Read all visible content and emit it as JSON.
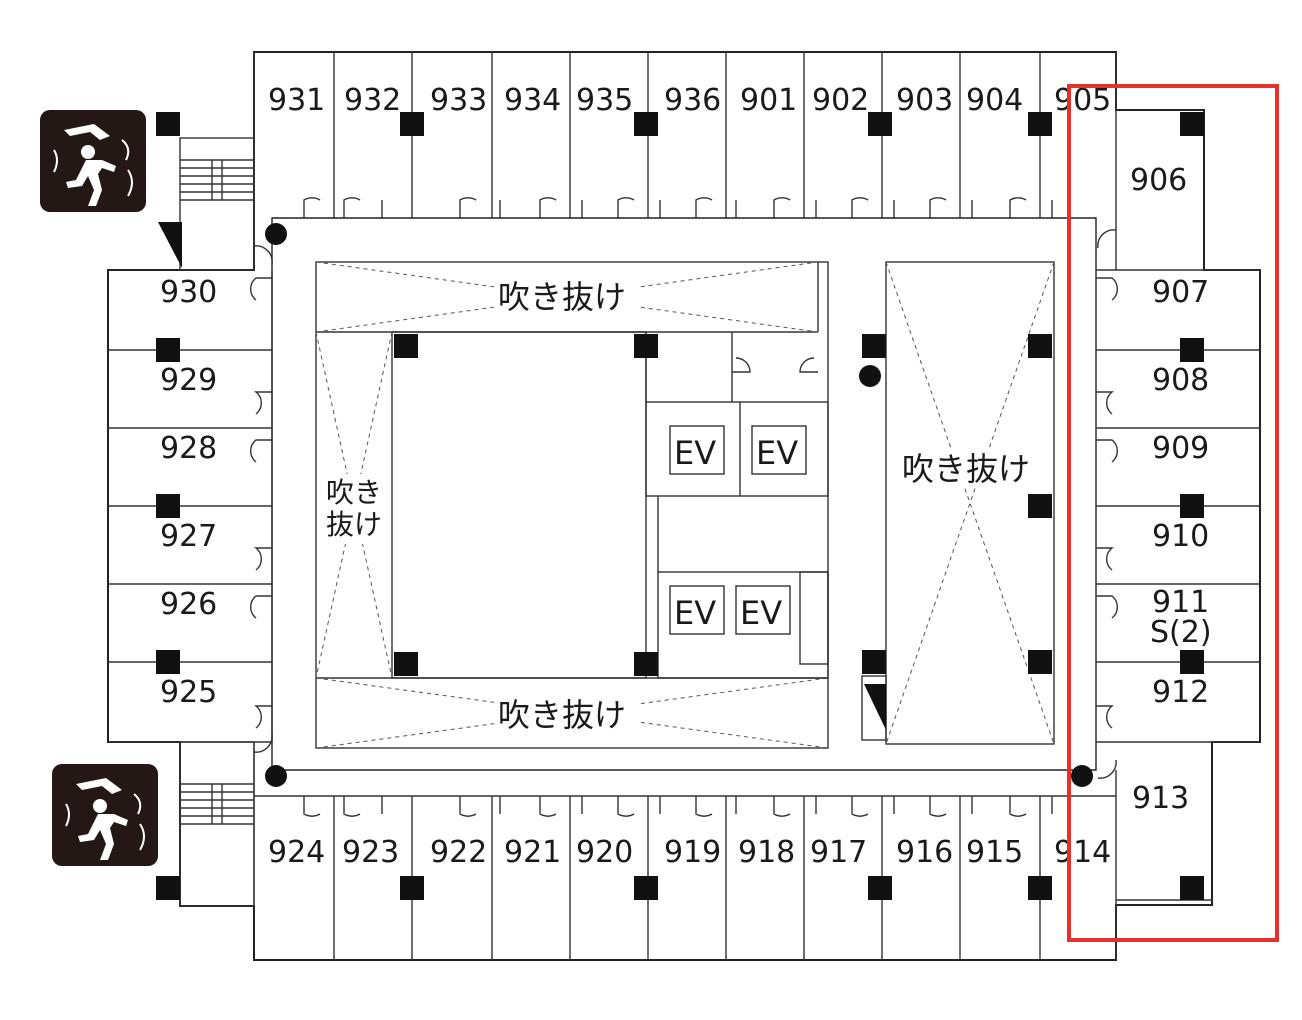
{
  "rooms": {
    "r931": "931",
    "r932": "932",
    "r933": "933",
    "r934": "934",
    "r935": "935",
    "r936": "936",
    "r901": "901",
    "r902": "902",
    "r903": "903",
    "r904": "904",
    "r905": "905",
    "r906": "906",
    "r907": "907",
    "r908": "908",
    "r909": "909",
    "r910": "910",
    "r911": "911",
    "r911sub": "S(2)",
    "r912": "912",
    "r913": "913",
    "r914": "914",
    "r915": "915",
    "r916": "916",
    "r917": "917",
    "r918": "918",
    "r919": "919",
    "r920": "920",
    "r921": "921",
    "r922": "922",
    "r923": "923",
    "r924": "924",
    "r925": "925",
    "r926": "926",
    "r927": "927",
    "r928": "928",
    "r929": "929",
    "r930": "930"
  },
  "atrium": {
    "top": "吹き抜け",
    "bottom": "吹き抜け",
    "right": "吹き抜け",
    "left_line1": "吹き",
    "left_line2": "抜け"
  },
  "elevators": {
    "ev1": "EV",
    "ev2": "EV",
    "ev3": "EV",
    "ev4": "EV"
  },
  "icons": {
    "exit_top": "emergency-exit-icon",
    "exit_bottom": "emergency-exit-icon"
  },
  "colors": {
    "highlight": "#e8302a",
    "lines": "#222222",
    "pillar": "#111111",
    "exit_bg": "#231815"
  }
}
